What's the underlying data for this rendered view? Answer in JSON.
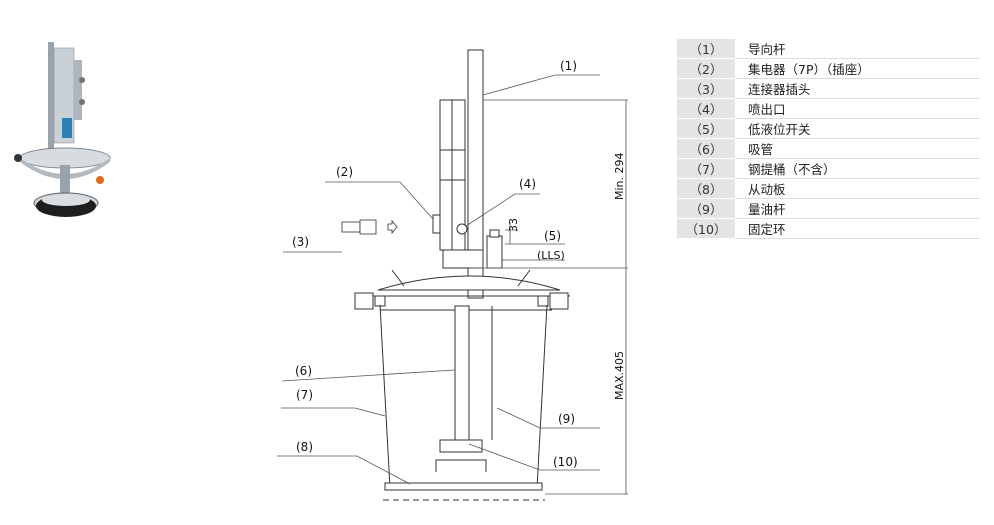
{
  "callouts": {
    "c1": "(1)",
    "c2": "(2)",
    "c3": "(3)",
    "c4": "(4)",
    "c5": "(5)",
    "c6": "(6)",
    "c7": "(7)",
    "c8": "(8)",
    "c9": "(9)",
    "c10": "(10)"
  },
  "dimensions": {
    "lls_label": "(LLS)",
    "d33": "33",
    "min294": "Min. 294",
    "max405": "MAX.405"
  },
  "parts": [
    {
      "num": "（1）",
      "name": "导向杆"
    },
    {
      "num": "（2）",
      "name": "集电器（7P）（插座）"
    },
    {
      "num": "（3）",
      "name": "连接器插头"
    },
    {
      "num": "（4）",
      "name": "喷出口"
    },
    {
      "num": "（5）",
      "name": "低液位开关"
    },
    {
      "num": "（6）",
      "name": "吸管"
    },
    {
      "num": "（7）",
      "name": "钢提桶（不含）"
    },
    {
      "num": "（8）",
      "name": "从动板"
    },
    {
      "num": "（9）",
      "name": "量油杆"
    },
    {
      "num": "（10）",
      "name": "固定环"
    }
  ],
  "colors": {
    "line": "#333333",
    "metal": "#b8bec4",
    "table_num_bg": "#e4e4e4",
    "accent_orange": "#e06a1b"
  }
}
